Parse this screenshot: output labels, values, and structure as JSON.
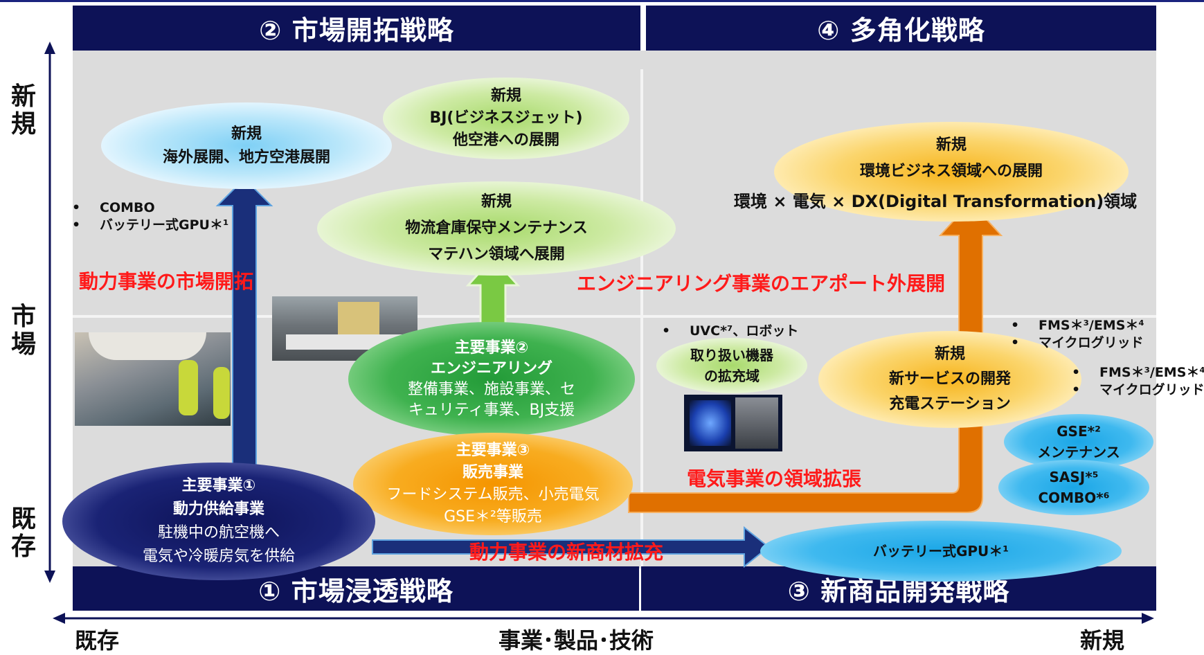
{
  "headers": {
    "q2": "② 市場開拓戦略",
    "q4": "④ 多角化戦略",
    "q1": "① 市場浸透戦略",
    "q3": "③ 新商品開発戦略"
  },
  "axes": {
    "y_top": "新規",
    "y_mid": "市場",
    "y_bottom": "既存",
    "x_left": "既存",
    "x_mid": "事業･製品･技術",
    "x_right": "新規"
  },
  "ellipses": {
    "overseas": {
      "line1": "新規",
      "line2": "海外展開、地方空港展開"
    },
    "bj": {
      "line1": "新規",
      "line2": "BJ(ビジネスジェット)",
      "line3": "他空港への展開"
    },
    "logistics": {
      "line1": "新規",
      "line2": "物流倉庫保守メンテナンス",
      "line3": "マテハン領域へ展開"
    },
    "env": {
      "line1": "新規",
      "line2": "環境ビジネス領域への展開"
    },
    "engineering": {
      "line1": "主要事業②",
      "line2": "エンジニアリング",
      "line3": "整備事業、施設事業、セ",
      "line4": "キュリティ事業、BJ支援"
    },
    "sales": {
      "line1": "主要事業③",
      "line2": "販売事業",
      "line3": "フードシステム販売、小売電気",
      "line4": "GSE＊²等販売"
    },
    "power": {
      "line1": "主要事業①",
      "line2": "動力供給事業",
      "line3": "駐機中の航空機へ",
      "line4": "電気や冷暖房気を供給"
    },
    "uvc": {
      "line1": "取り扱い機器",
      "line2": "の拡充域"
    },
    "service": {
      "line1": "新規",
      "line2": "新サービスの開発",
      "line3": "充電ステーション"
    },
    "gse": {
      "line1": "GSE*²",
      "line2": "メンテナンス"
    },
    "sasj": {
      "line1": "SASJ*⁵",
      "line2": "COMBO*⁶"
    },
    "battery": {
      "line1": "バッテリー式GPU＊¹"
    }
  },
  "env_sub": "環境 × 電気 × DX(Digital Transformation)領域",
  "bullets": {
    "left": [
      "COMBO",
      "バッテリー式GPU＊¹"
    ],
    "uvc": [
      "UVC*⁷、ロボット"
    ],
    "fms1": [
      "FMS＊³/EMS＊⁴",
      "マイクログリッド"
    ],
    "fms2": [
      "FMS＊³/EMS＊⁴",
      "マイクログリッド"
    ]
  },
  "arrow_labels": {
    "power_market": "動力事業の市場開拓",
    "engineering_out": "エンジニアリング事業のエアポート外展開",
    "electric": "電気事業の領域拡張",
    "power_new": "動力事業の新商材拡充"
  },
  "colors": {
    "navy": "#0d1257",
    "red_label": "#ff1a1a",
    "orange_arrow": "#e07000",
    "green_arrow": "#7ac943",
    "panel_gray": "#dcdcdc"
  }
}
